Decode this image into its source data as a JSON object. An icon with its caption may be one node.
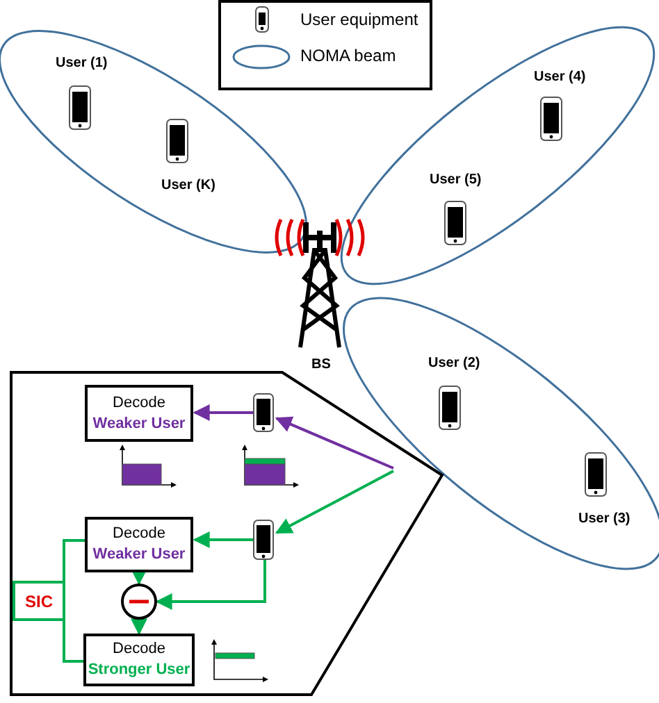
{
  "diagram": {
    "nodes": [
      {
        "text": [
          "Decode",
          "Weaker User"
        ]
      },
      {
        "text": [],
        "shape": "phone"
      },
      {
        "text": [
          "Decode",
          "Weaker User"
        ]
      },
      {
        "text": [],
        "shape": "phone"
      },
      {
        "text": [
          "SIC"
        ]
      },
      {
        "text": [],
        "shape": "circle"
      },
      {
        "text": [
          "Decode",
          "Stronger User"
        ]
      }
    ],
    "edges": [
      {
        "from": null,
        "to": 1,
        "arrow": "to",
        "color": "#7030a0"
      },
      {
        "from": 1,
        "to": 0,
        "arrow": "to",
        "color": "#7030a0"
      },
      {
        "from": null,
        "to": 3,
        "arrow": "to"
      },
      {
        "from": 3,
        "to": 2,
        "arrow": "to"
      },
      {
        "from": 4,
        "to": 2,
        "arrow": "none"
      },
      {
        "from": 2,
        "to": 5,
        "arrow": "to"
      },
      {
        "from": 3,
        "to": 5,
        "arrow": "to"
      },
      {
        "from": 4,
        "to": 6,
        "arrow": "none"
      },
      {
        "from": 5,
        "to": 6,
        "arrow": "to"
      }
    ],
    "labels": [
      "User (1)",
      "User (4)",
      "User (5)",
      "User (K)",
      "BS",
      "User (2)",
      "User (3)"
    ],
    "legend": [
      {
        "text": "User equipment"
      },
      {
        "text": "NOMA beam"
      }
    ]
  }
}
